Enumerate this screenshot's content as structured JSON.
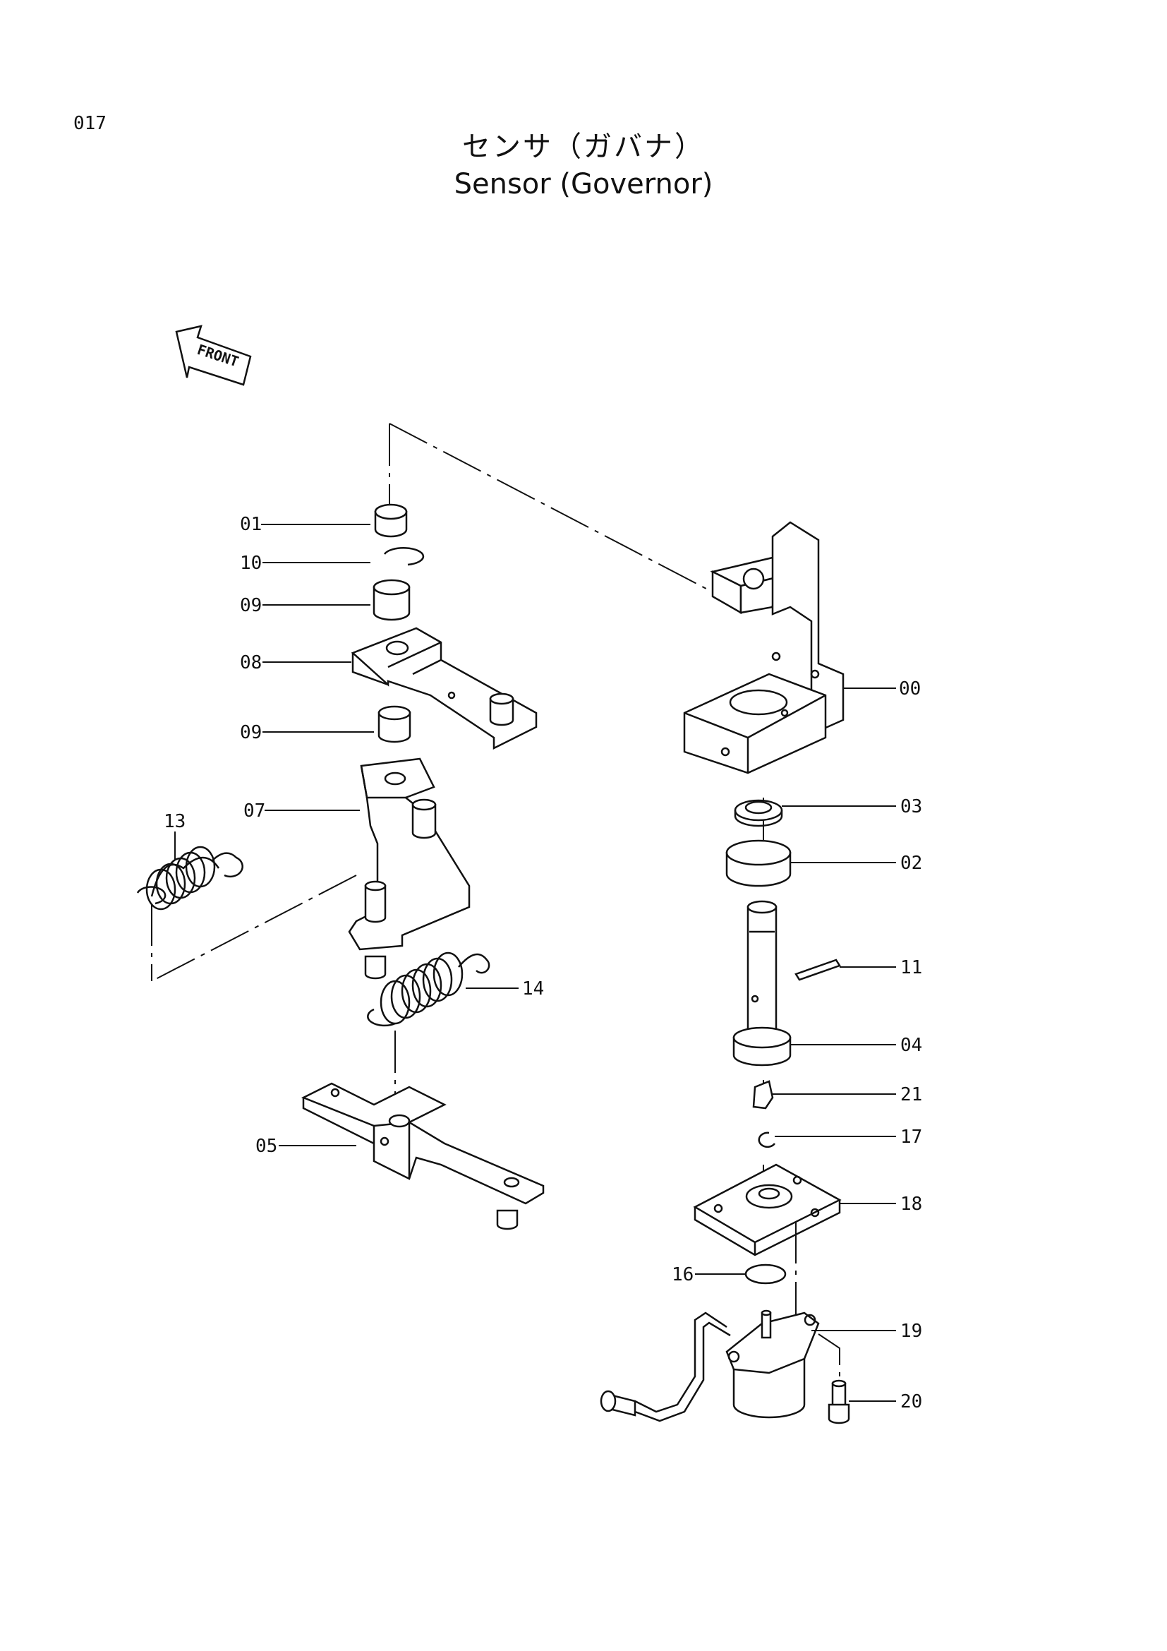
{
  "page_number": "017",
  "title_japanese": "センサ（ガバナ）",
  "title_english": "Sensor (Governor)",
  "front_marker": "FRONT",
  "callouts": {
    "p00": "00",
    "p01": "01",
    "p02": "02",
    "p03": "03",
    "p04": "04",
    "p05": "05",
    "p07": "07",
    "p08": "08",
    "p09a": "09",
    "p09b": "09",
    "p10": "10",
    "p11": "11",
    "p13": "13",
    "p14": "14",
    "p16": "16",
    "p17": "17",
    "p18": "18",
    "p19": "19",
    "p20": "20",
    "p21": "21"
  }
}
